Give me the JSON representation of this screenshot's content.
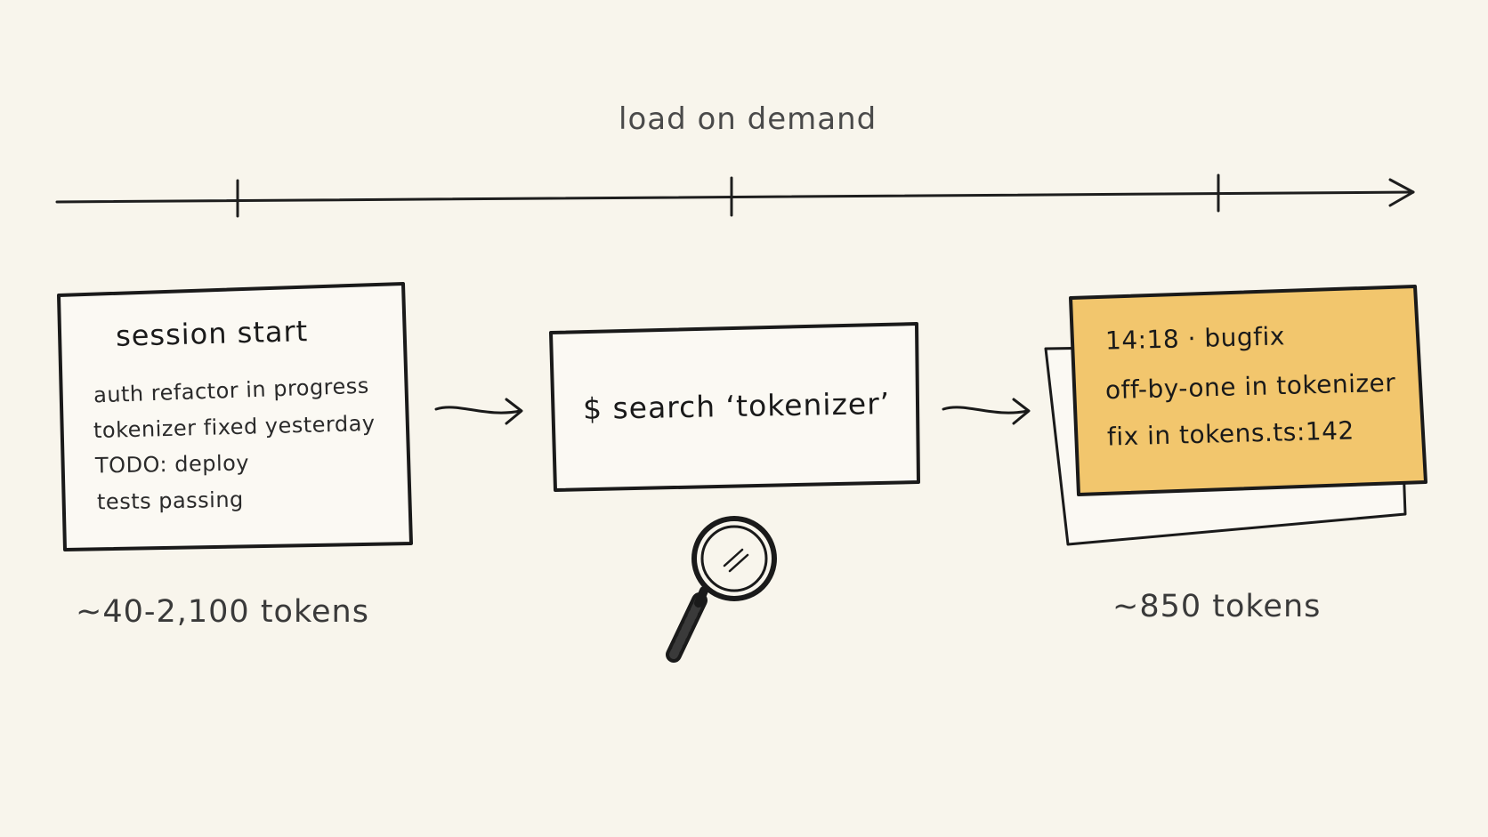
{
  "timeline": {
    "label": "load on demand"
  },
  "session_box": {
    "title": "session start",
    "lines": [
      "auth refactor in progress",
      "tokenizer fixed yesterday",
      "TODO: deploy",
      "tests passing"
    ],
    "tokens": "~40-2,100 tokens"
  },
  "search_box": {
    "command": "$ search ‘tokenizer’"
  },
  "result_card": {
    "lines": [
      "14:18 · bugfix",
      "off-by-one in tokenizer",
      "fix in tokens.ts:142"
    ],
    "tokens": "~850 tokens",
    "fill_color": "#f2c66d"
  },
  "icons": {
    "search": "magnifier-icon"
  }
}
